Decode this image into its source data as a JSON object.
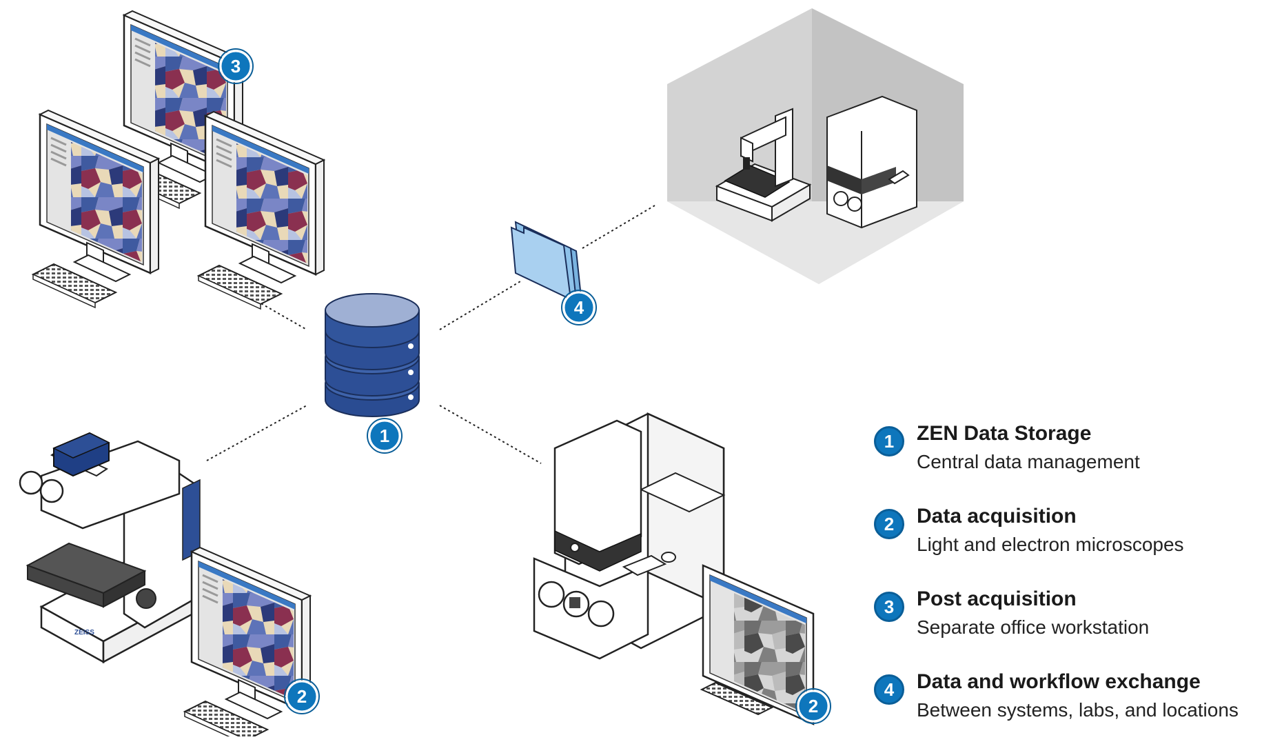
{
  "legend": [
    {
      "num": "1",
      "title": "ZEN Data Storage",
      "subtitle": "Central data management"
    },
    {
      "num": "2",
      "title": "Data acquisition",
      "subtitle": "Light and electron microscopes"
    },
    {
      "num": "3",
      "title": "Post acquisition",
      "subtitle": "Separate office workstation"
    },
    {
      "num": "4",
      "title": "Data and workflow exchange",
      "subtitle": "Between systems, labs, and locations"
    }
  ],
  "badges": {
    "storage": "1",
    "acquisition_light": "2",
    "acquisition_electron": "2",
    "post_acquisition": "3",
    "exchange": "4"
  },
  "colors": {
    "badge_blue": "#0e76bc",
    "db_top": "#9fb0d4",
    "db_body": "#2d4f96",
    "folder": "#a9d0f0",
    "room": "#d9d9d9"
  },
  "icons": [
    "database-icon",
    "folder-icon",
    "workstation-monitor-icon",
    "keyboard-icon",
    "light-microscope-icon",
    "electron-microscope-icon",
    "lab-room-icon"
  ]
}
